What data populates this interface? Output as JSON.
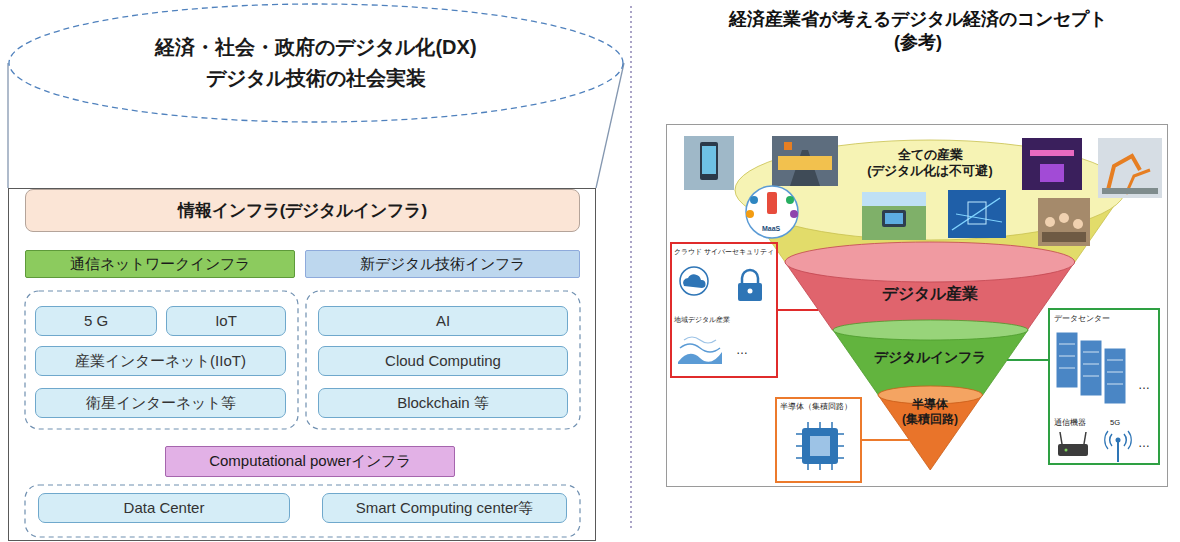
{
  "diagram": {
    "title": "経済産業省が考えるデジタル経済のコンセプト (参考)",
    "nodes": [
      {
        "text": [
          "経済・社会・政府のデジタル化(DX)",
          "デジタル技術の社会実装"
        ]
      },
      {
        "text": [
          "情報インフラ(デジタルインフラ)"
        ]
      },
      {
        "text": [
          "通信ネットワークインフラ"
        ],
        "in": 1
      },
      {
        "text": [
          "新デジタル技術インフラ"
        ],
        "in": 1
      },
      {
        "text": [
          "5 G"
        ],
        "in": 1
      },
      {
        "text": [
          "IoT"
        ],
        "in": 1
      },
      {
        "text": [
          "産業インターネット(IIoT)"
        ],
        "in": 1
      },
      {
        "text": [
          "衛星インターネット等"
        ],
        "in": 1
      },
      {
        "text": [
          "AI"
        ],
        "in": 1
      },
      {
        "text": [
          "Cloud Computing"
        ],
        "in": 1
      },
      {
        "text": [
          "Blockchain 等"
        ],
        "in": 1
      },
      {
        "text": [
          "Computational powerインフラ"
        ],
        "in": 1
      },
      {
        "text": [
          "Data Center"
        ],
        "in": 1
      },
      {
        "text": [
          "Smart Computing center等"
        ],
        "in": 1
      },
      {
        "text": [
          "全ての産業 (デジタル化は不可避)"
        ]
      },
      {
        "text": [
          "クラウド",
          "サイバーセキュリティ",
          "地域デジタル産業",
          "…"
        ]
      },
      {
        "text": [
          "デジタル産業"
        ]
      },
      {
        "text": [
          "データセンター",
          "…",
          "通信機器",
          "5G",
          "…"
        ]
      },
      {
        "text": [
          "デジタルインフラ"
        ]
      },
      {
        "text": [
          "半導体（集積回路）"
        ]
      },
      {
        "text": [
          "半導体 (集積回路)"
        ]
      }
    ],
    "edges": [
      {
        "from": 0,
        "to": 1,
        "arrow": "none"
      },
      {
        "from": 0,
        "to": 1,
        "arrow": "none"
      },
      {
        "from": 15,
        "to": 16,
        "arrow": "none"
      },
      {
        "from": 17,
        "to": 18,
        "arrow": "none"
      },
      {
        "from": 19,
        "to": 20,
        "arrow": "none"
      }
    ],
    "labels": [
      "MaaS"
    ]
  }
}
